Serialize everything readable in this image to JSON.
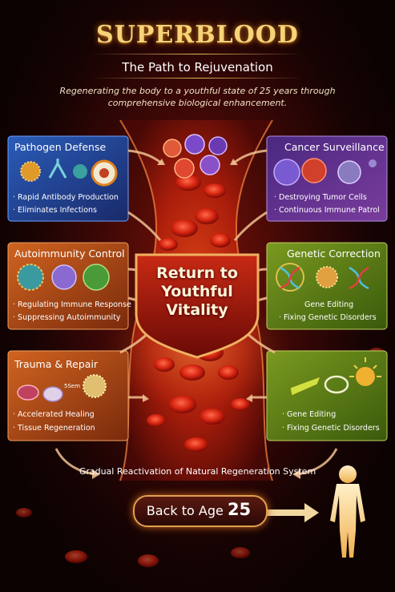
{
  "title": "SUPERBLOOD",
  "subtitle": "The Path to Rejuvenation",
  "intro_line1": "Regenerating the body to a youthful state of 25 years through",
  "intro_line2": "comprehensive biological enhancement.",
  "panels": {
    "pathogen": {
      "title": "Pathogen Defense",
      "lines": [
        "· Rapid Antibody Production",
        "· Eliminates Infections"
      ]
    },
    "cancer": {
      "title": "Cancer Surveillance",
      "lines": [
        "· Destroying Tumor Cells",
        "· Continuous Immune Patrol"
      ]
    },
    "autoimmunity": {
      "title": "Autoimmunity Control",
      "lines": [
        "· Regulating Immune Response",
        "· Suppressing Autoimmunity"
      ]
    },
    "genetic": {
      "title": "Genetic Correction",
      "lines": [
        "Gene Editing",
        "· Fixing Genetic Disorders"
      ]
    },
    "trauma": {
      "title": "Trauma & Repair",
      "lines": [
        "· Accelerated Healing",
        "· Tissue Regeneration"
      ],
      "scale_label": "5Sem"
    },
    "gene2": {
      "lines": [
        "· Gene Editing",
        "· Fixing Genetic Disorders"
      ]
    }
  },
  "center": {
    "line1": "Return to",
    "line2": "Youthful",
    "line3": "Vitality"
  },
  "bottom_note": "Gradual Reactivation of Natural Regeneration System",
  "cta": {
    "prefix": "Back to Age",
    "age": "25"
  },
  "colors": {
    "blue": "#2a4ea8",
    "purple": "#5a2c8c",
    "orange": "#c2561a",
    "green": "#6a8a1c",
    "gold": "#f6d47a",
    "blood": "#c0200e"
  }
}
